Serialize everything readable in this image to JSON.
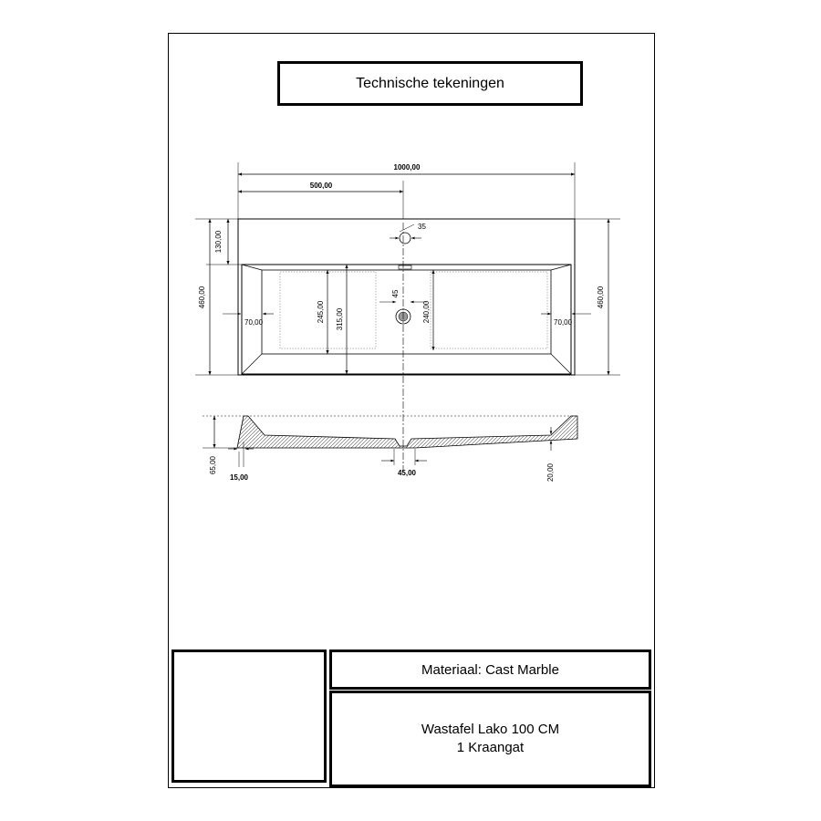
{
  "header": {
    "title": "Technische tekeningen"
  },
  "dimensions": {
    "total_width": "1000,00",
    "half_width": "500,00",
    "tap_hole_diameter": "35",
    "back_ledge_depth": "130,00",
    "total_depth_left": "460,00",
    "total_depth_right": "460,00",
    "side_wall_left": "70,00",
    "side_wall_right": "70,00",
    "drain_diameter": "45",
    "basin_inner_depth": "245,00",
    "basin_outer_depth": "315,00",
    "basin_right_depth": "240,00",
    "height": "65,00",
    "rim_thickness": "15,00",
    "drain_width": "45,00",
    "bottom_thickness": "20,00"
  },
  "title_block": {
    "material": "Materiaal: Cast Marble",
    "product_line1": "Wastafel Lako 100 CM",
    "product_line2": "1 Kraangat"
  }
}
